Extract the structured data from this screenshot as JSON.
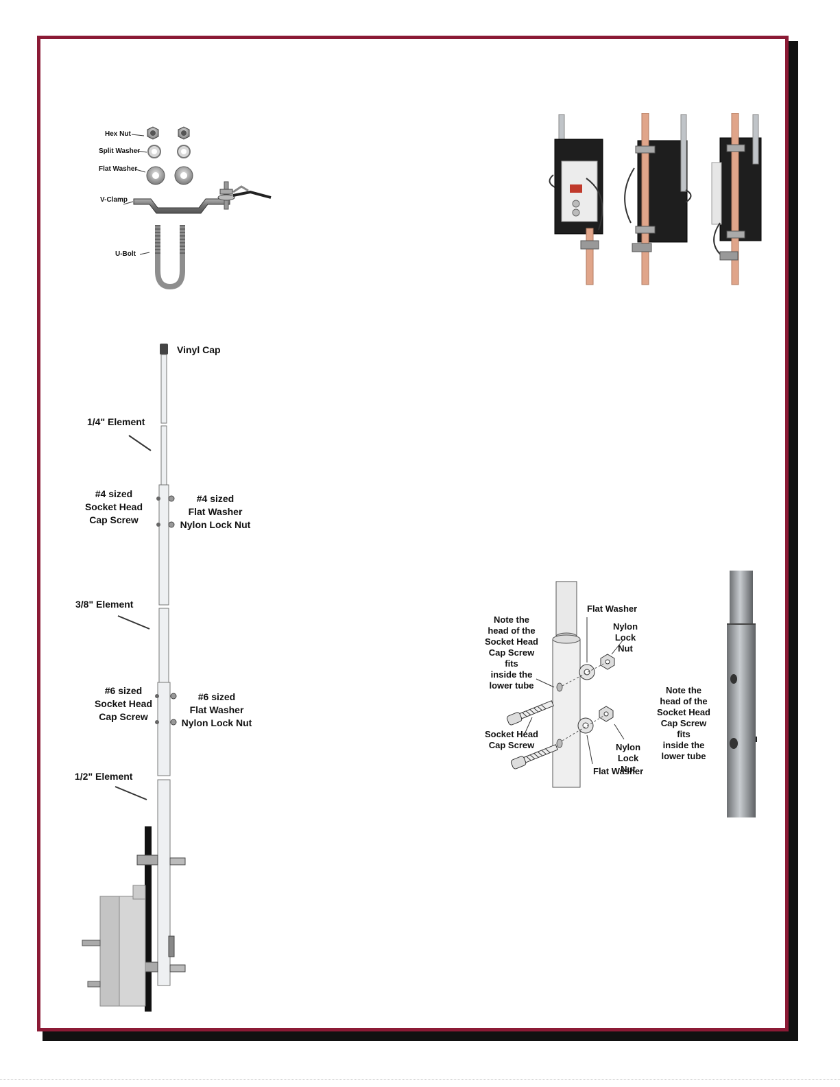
{
  "hardware_kit": {
    "hex_nut": "Hex Nut",
    "split_washer": "Split Washer",
    "flat_washer": "Flat Washer",
    "v_clamp": "V-Clamp",
    "u_bolt": "U-Bolt"
  },
  "antenna": {
    "vinyl_cap": "Vinyl Cap",
    "element_quarter": "1/4\" Element",
    "screw4_left": "#4 sized\nSocket Head\nCap Screw",
    "screw4_right": "#4 sized\nFlat Washer\nNylon Lock Nut",
    "element_3_8": "3/8\" Element",
    "screw6_left": "#6 sized\nSocket Head\nCap Screw",
    "screw6_right": "#6 sized\nFlat Washer\nNylon Lock Nut",
    "element_half": "1/2\" Element"
  },
  "detail": {
    "note_left": "Note the\nhead of the\nSocket Head\nCap Screw fits\ninside the\nlower tube",
    "flat_washer_top": "Flat Washer",
    "nylon_top": "Nylon\nLock Nut",
    "socket_head": "Socket Head\nCap Screw",
    "nylon_bottom": "Nylon\nLock Nut",
    "flat_washer_bottom": "Flat Washer",
    "note_right": "Note the\nhead of the\nSocket Head\nCap Screw fits\ninside the\nlower tube"
  },
  "colors": {
    "frame_border": "#8b1a35",
    "copper": "#e0a58a",
    "aluminum": "#c8ccd0"
  }
}
